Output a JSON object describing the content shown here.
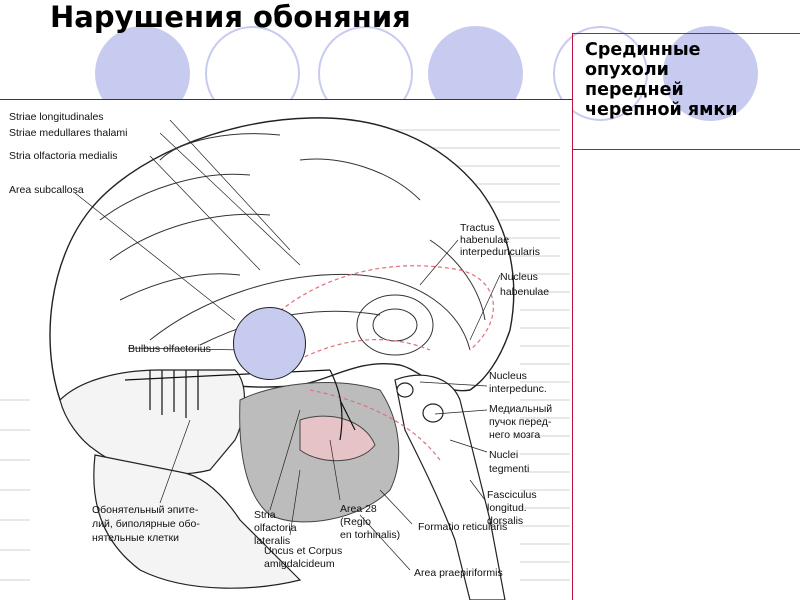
{
  "slide": {
    "title": "Нарушения обоняния",
    "side_box_text": "Срединные\nопухоли\nпередней\nчерепной ямки"
  },
  "colors": {
    "accent_circle": "#c8cbf0",
    "rule": "#c0123f",
    "pathway": "#e0707a",
    "shaded_region": "#bcbcbc"
  },
  "diagram": {
    "labels": {
      "striae_longitudinales": "Striae longitudinales",
      "striae_medullares_thalami": "Striae medullares thalami",
      "stria_olfactoria_medialis": "Stria olfactoria medialis",
      "area_subcallosa": "Area subcallosa",
      "tractus_habenulae_1": "Tractus",
      "tractus_habenulae_2": "habenulae",
      "tractus_habenulae_3": "interpeduncularis",
      "nucleus_habenulae_1": "Nucleus",
      "nucleus_habenulae_2": "habenulae",
      "bulbus_olfactorius": "Bulbus olfactorius",
      "nucleus_interpedunc_1": "Nucleus",
      "nucleus_interpedunc_2": "interpedunc.",
      "medial_bundle_1": "Медиальный",
      "medial_bundle_2": "пучок перед-",
      "medial_bundle_3": "него мозга",
      "nuclei_tegmenti_1": "Nuclei",
      "nuclei_tegmenti_2": "tegmenti",
      "fasciculus_1": "Fasciculus",
      "fasciculus_2": "longitud.",
      "fasciculus_3": "dorsalis",
      "epithelium_1": "Обонятельный эпите-",
      "epithelium_2": "лий, биполярные обо-",
      "epithelium_3": "нятельные клетки",
      "stria_lateralis_1": "Stria",
      "stria_lateralis_2": "olfactoria",
      "stria_lateralis_3": "lateralis",
      "area28_1": "Area 28",
      "area28_2": "(Regio",
      "area28_3": "en torhinalis)",
      "formatio_reticularis": "Formatio reticularis",
      "uncus_1": "Uncus et Corpus",
      "uncus_2": "amigdalcideum",
      "area_praepiriformis": "Area praepiriformis"
    }
  }
}
